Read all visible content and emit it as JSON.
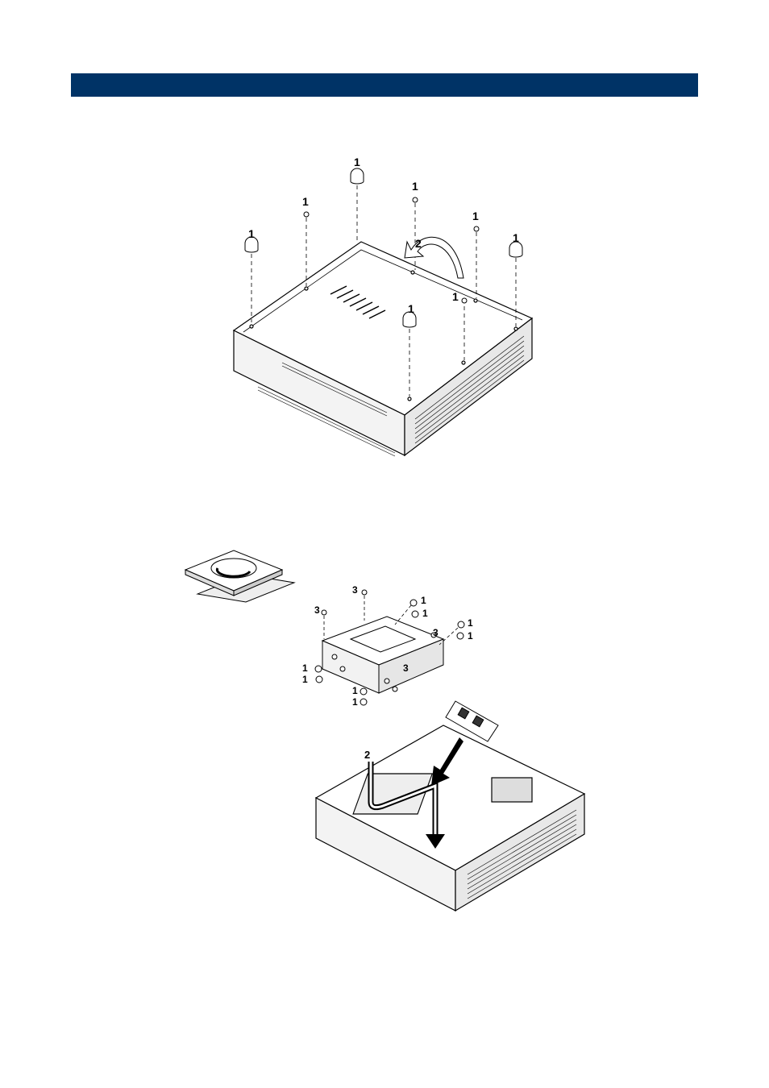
{
  "header": {
    "color": "#003366"
  },
  "figure1": {
    "callouts": [
      "1",
      "1",
      "1",
      "1",
      "1",
      "1",
      "1",
      "1",
      "2"
    ]
  },
  "figure2": {
    "bracket_callouts": [
      "3",
      "1",
      "1",
      "3",
      "1",
      "1",
      "3",
      "1",
      "1",
      "3",
      "1",
      "1"
    ],
    "chassis_callouts": [
      "2"
    ]
  }
}
